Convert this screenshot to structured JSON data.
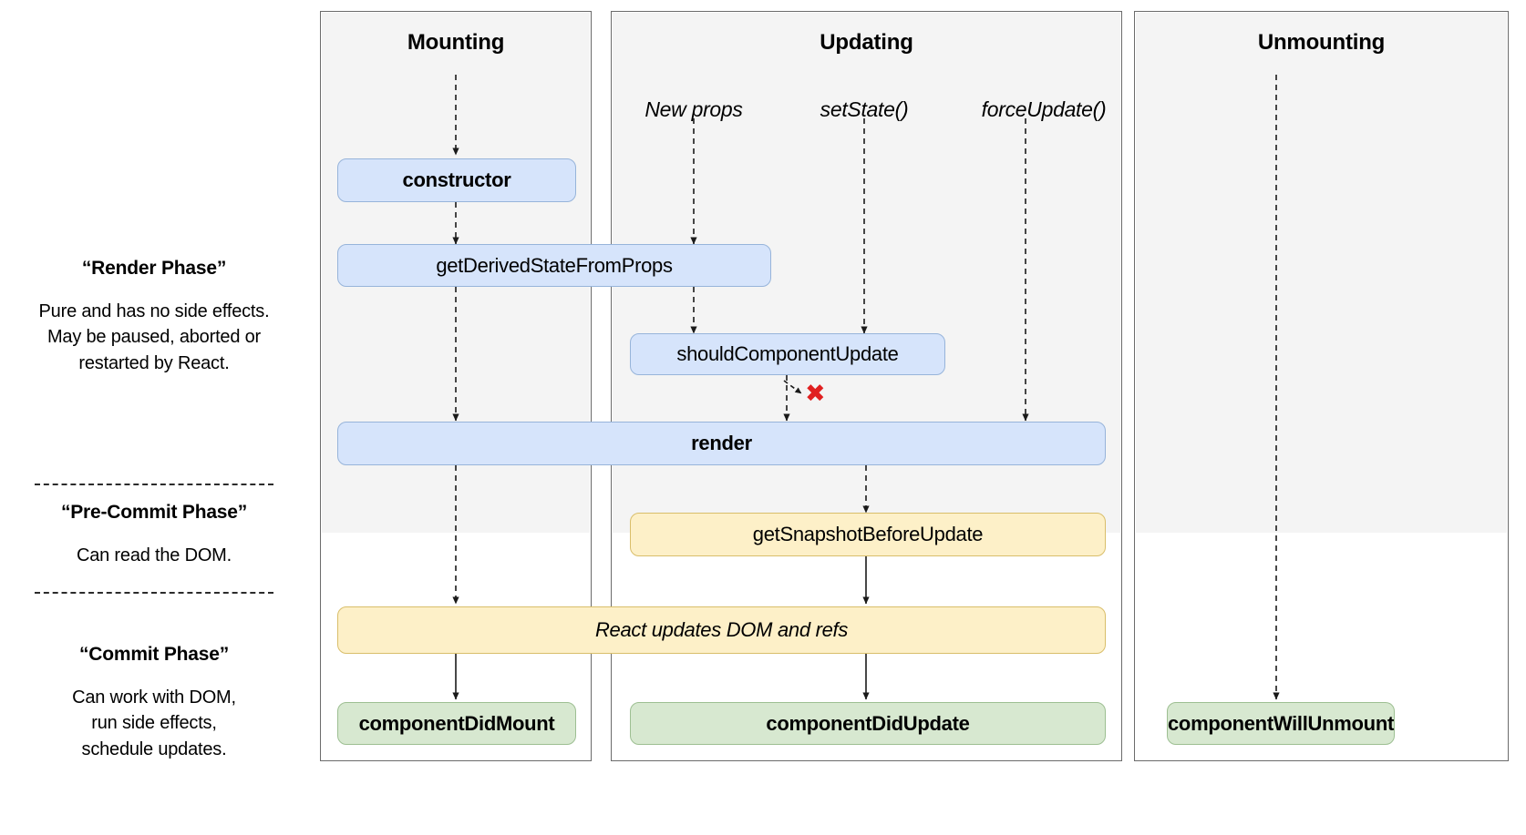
{
  "diagram": {
    "title": "React component lifecycle diagram",
    "colors": {
      "blue_fill": "#d6e4fb",
      "blue_stroke": "#97b4da",
      "yellow_fill": "#fdf0c8",
      "yellow_stroke": "#d9be6a",
      "green_fill": "#d7e8d0",
      "green_stroke": "#9dbf92",
      "column_shade": "#f4f4f4",
      "column_border": "#6b6b6b",
      "x_mark": "#e02020",
      "arrow": "#1a1a1a"
    }
  },
  "phases": [
    {
      "id": "render-phase",
      "title": "“Render Phase”",
      "description": "Pure and has no side effects.\nMay be paused, aborted or\nrestarted by React.",
      "lines": [
        "Pure and has no side effects.",
        "May be paused, aborted or",
        "restarted by React."
      ]
    },
    {
      "id": "pre-commit-phase",
      "title": "“Pre-Commit Phase”",
      "description": "Can read the DOM.",
      "lines": [
        "Can read the DOM."
      ]
    },
    {
      "id": "commit-phase",
      "title": "“Commit Phase”",
      "description": "Can work with DOM,\nrun side effects,\nschedule updates.",
      "lines": [
        "Can work with DOM,",
        "run side effects,",
        "schedule updates."
      ]
    }
  ],
  "columns": [
    {
      "id": "mounting",
      "title": "Mounting"
    },
    {
      "id": "updating",
      "title": "Updating"
    },
    {
      "id": "unmounting",
      "title": "Unmounting"
    }
  ],
  "triggers": [
    {
      "id": "new-props",
      "label": "New props"
    },
    {
      "id": "set-state",
      "label": "setState()"
    },
    {
      "id": "force-update",
      "label": "forceUpdate()"
    }
  ],
  "nodes": {
    "constructor": "constructor",
    "get_derived_state_from_props": "getDerivedStateFromProps",
    "should_component_update": "shouldComponentUpdate",
    "render": "render",
    "get_snapshot_before_update": "getSnapshotBeforeUpdate",
    "react_updates_dom_and_refs": "React updates DOM and refs",
    "component_did_mount": "componentDidMount",
    "component_did_update": "componentDidUpdate",
    "component_will_unmount": "componentWillUnmount"
  },
  "markers": {
    "skip_render": "✖"
  }
}
